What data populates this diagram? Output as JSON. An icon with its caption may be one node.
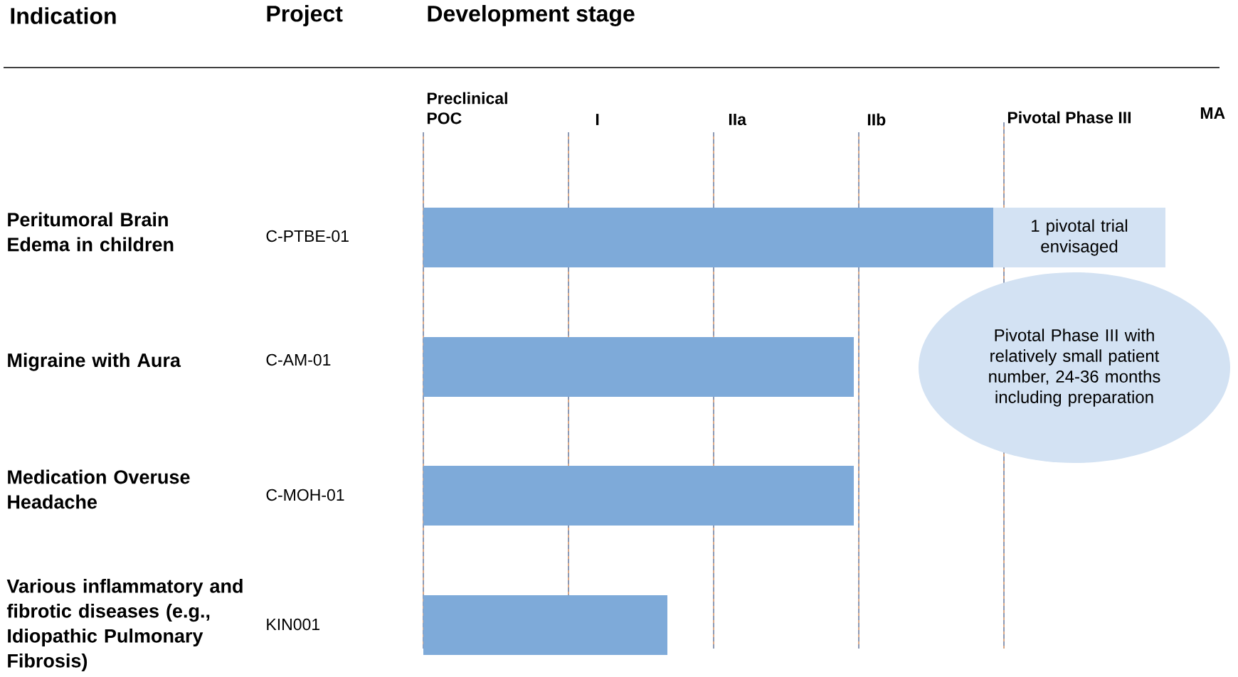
{
  "diagram": {
    "nodes": [
      {
        "text": [],
        "shape": "bar"
      },
      {
        "text": [
          "1 pivotal trial envisaged"
        ]
      },
      {
        "text": [],
        "shape": "bar"
      },
      {
        "text": [],
        "shape": "bar"
      },
      {
        "text": [],
        "shape": "bar"
      },
      {
        "text": [
          "Pivotal Phase III with relatively small patient number, 24-36 months including preparation"
        ]
      }
    ],
    "labels": [
      "Indication",
      "Project",
      "Development stage",
      "Preclinical POC",
      "I",
      "IIa",
      "IIb",
      "Pivotal Phase III",
      "MA",
      "Peritumoral Brain Edema in children",
      "C-PTBE-01",
      "Migraine with Aura",
      "C-AM-01",
      "Medication Overuse Headache",
      "C-MOH-01",
      "Various inflammatory and fibrotic diseases (e.g., Idiopathic Pulmonary Fibrosis)",
      "KIN001"
    ]
  }
}
